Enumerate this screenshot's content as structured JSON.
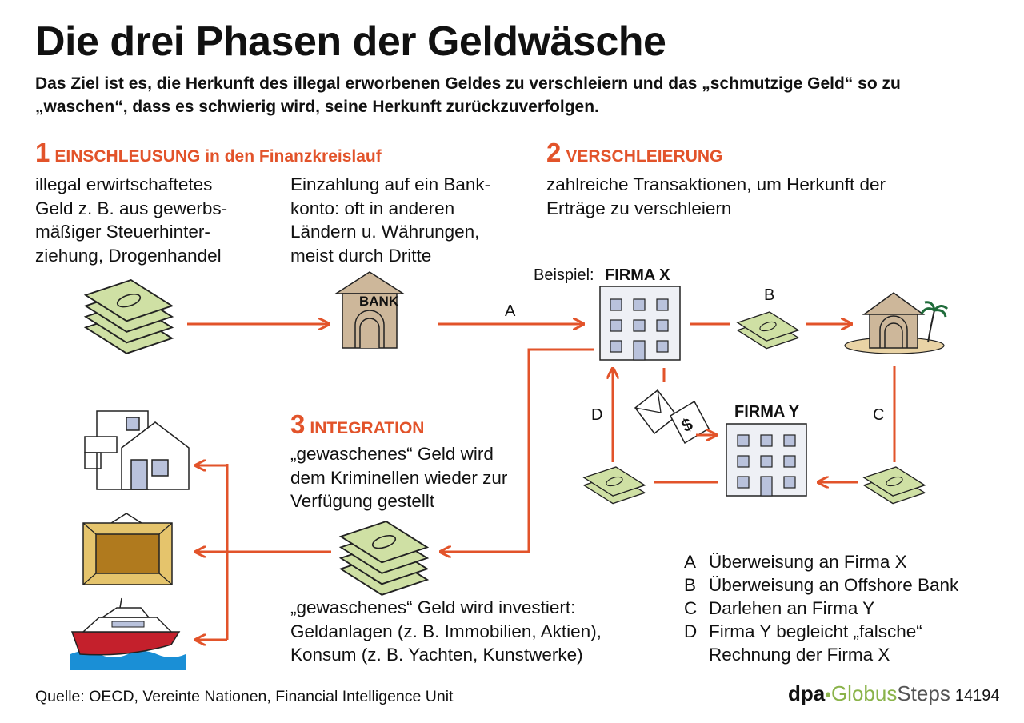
{
  "title": "Die drei Phasen der Geldwäsche",
  "subtitle": "Das Ziel ist es, die Herkunft des illegal erworbenen Geldes zu verschleiern und das „schmutzige Geld“ so zu „waschen“, dass es schwierig wird, seine Herkunft zurückzuverfolgen.",
  "phase1": {
    "number": "1",
    "heading": "EINSCHLEUSUNG in den Finanzkreislauf",
    "text_a": "illegal erwirtschaftetes Geld z. B. aus gewerbs-mäßiger Steuerhinter-ziehung, Drogenhandel",
    "text_b": "Einzahlung auf ein Bank-konto: oft in anderen Ländern u.  Währungen, meist durch Dritte"
  },
  "phase2": {
    "number": "2",
    "heading": "VERSCHLEIERUNG",
    "text": "zahlreiche Transaktionen, um Herkunft der Erträge zu verschleiern"
  },
  "phase3": {
    "number": "3",
    "heading": "INTEGRATION",
    "text": "„gewaschenes“ Geld wird dem Kriminellen wieder zur Verfügung gestellt",
    "invest_text": "„gewaschenes“ Geld wird investiert: Geldanlagen (z. B. Immobilien, Aktien), Konsum (z. B. Yachten, Kunstwerke)"
  },
  "labels": {
    "bank": "BANK",
    "beispiel": "Beispiel:",
    "firma_x": "FIRMA X",
    "firma_y": "FIRMA Y",
    "a": "A",
    "b": "B",
    "c": "C",
    "d": "D"
  },
  "legend": [
    {
      "key": "A",
      "text": "Überweisung an Firma X"
    },
    {
      "key": "B",
      "text": "Überweisung an Offshore Bank"
    },
    {
      "key": "C",
      "text": "Darlehen an Firma Y"
    },
    {
      "key": "D",
      "text": "Firma Y begleicht „falsche“ Rechnung der Firma X"
    }
  ],
  "source": "Quelle: OECD, Vereinte Nationen, Financial Intelligence Unit",
  "logo": {
    "dpa": "dpa",
    "globus": "Globus",
    "steps": "Steps",
    "code": "14194"
  },
  "colors": {
    "arrow": "#e2532a",
    "money": "#cfe0a4",
    "bank": "#cdb79a",
    "building": "#eef0f5",
    "window": "#b9c2dc",
    "frame": "#e5c46c",
    "boat_hull": "#c4202c",
    "water": "#1a8fd6"
  }
}
